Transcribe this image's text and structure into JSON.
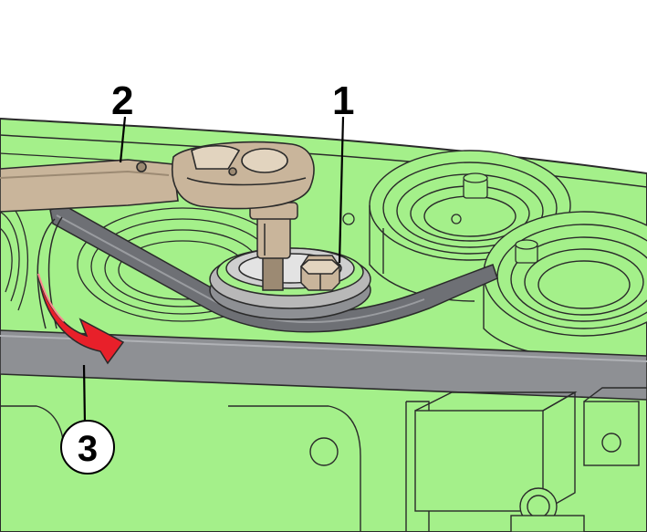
{
  "callouts": [
    {
      "id": "1",
      "label": "1"
    },
    {
      "id": "2",
      "label": "2"
    },
    {
      "id": "3",
      "label": "3"
    }
  ],
  "colors": {
    "engine_green": "#a4f08a",
    "engine_green_dark": "#8fdc76",
    "line": "#2a2a2a",
    "belt": "#6e7075",
    "belt_light": "#9a9ca0",
    "bar": "#8e9094",
    "tool_metal": "#c9b59b",
    "tool_metal_dark": "#9c8a73",
    "pulley_metal": "#b8b8b8",
    "arrow_red": "#e8202a",
    "background": "#ffffff"
  },
  "icons": {
    "rotation_arrow": "curved-arrow-icon"
  }
}
